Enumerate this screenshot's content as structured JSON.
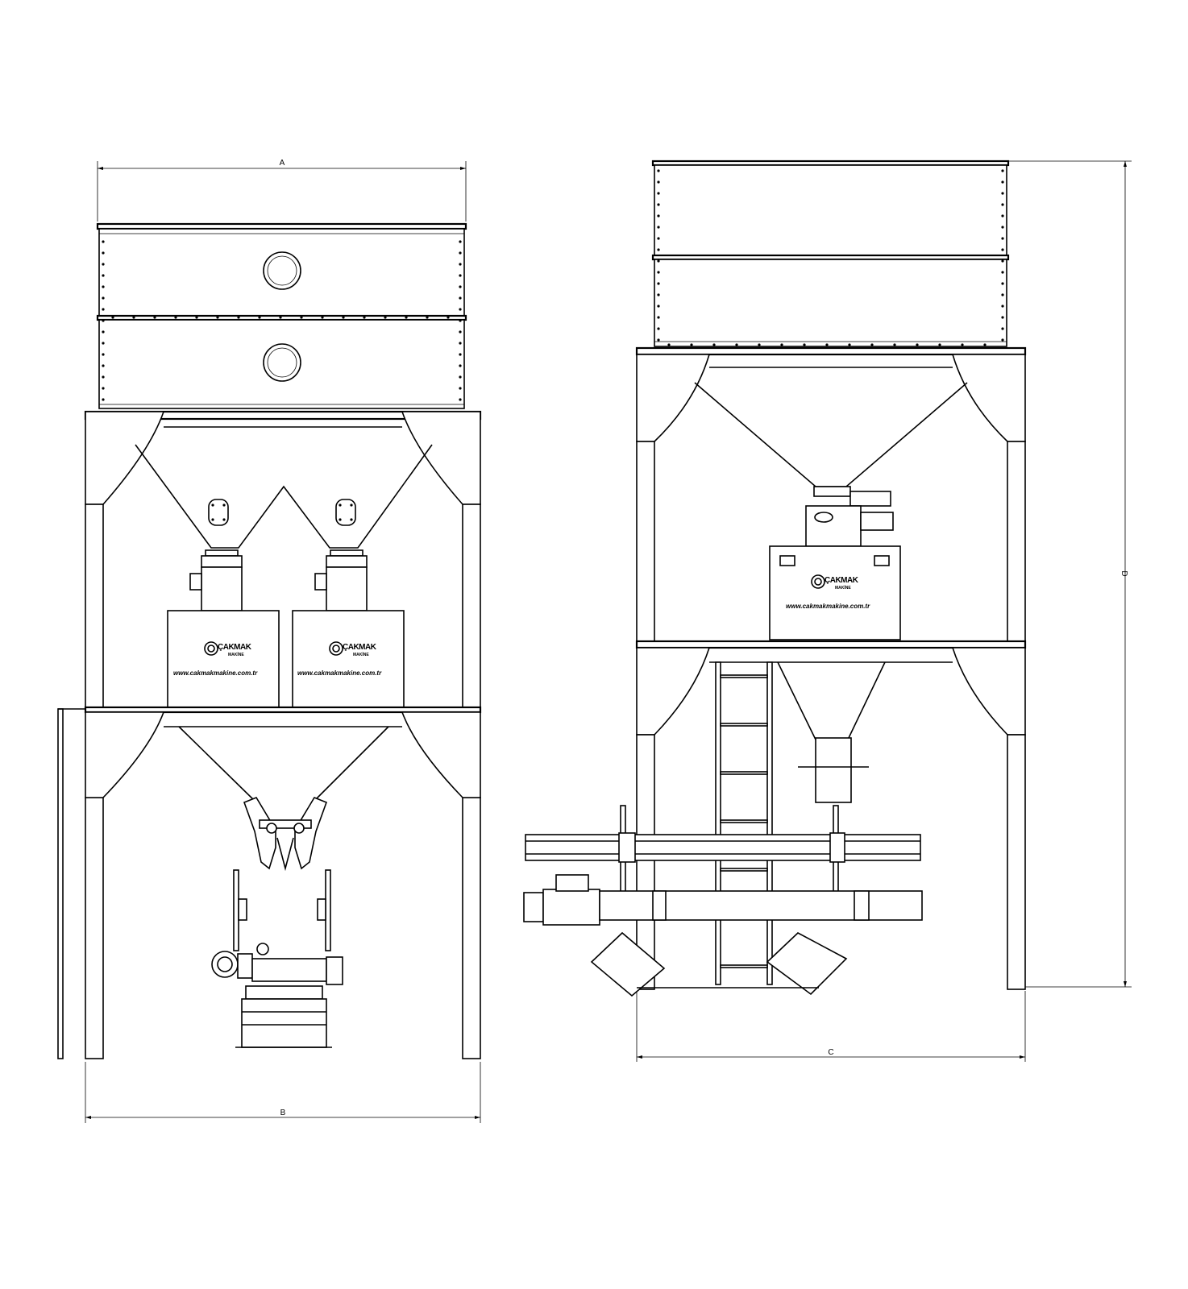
{
  "dimensions": {
    "a": "A",
    "b": "B",
    "c": "C",
    "d": "D"
  },
  "branding": {
    "logo_name": "ÇAKMAK",
    "logo_sub": "MAKİNE",
    "website": "www.cakmakmakine.com.tr"
  },
  "icons": {
    "logo": "gear-logo-icon"
  },
  "colors": {
    "line": "#000000",
    "background": "#ffffff"
  }
}
